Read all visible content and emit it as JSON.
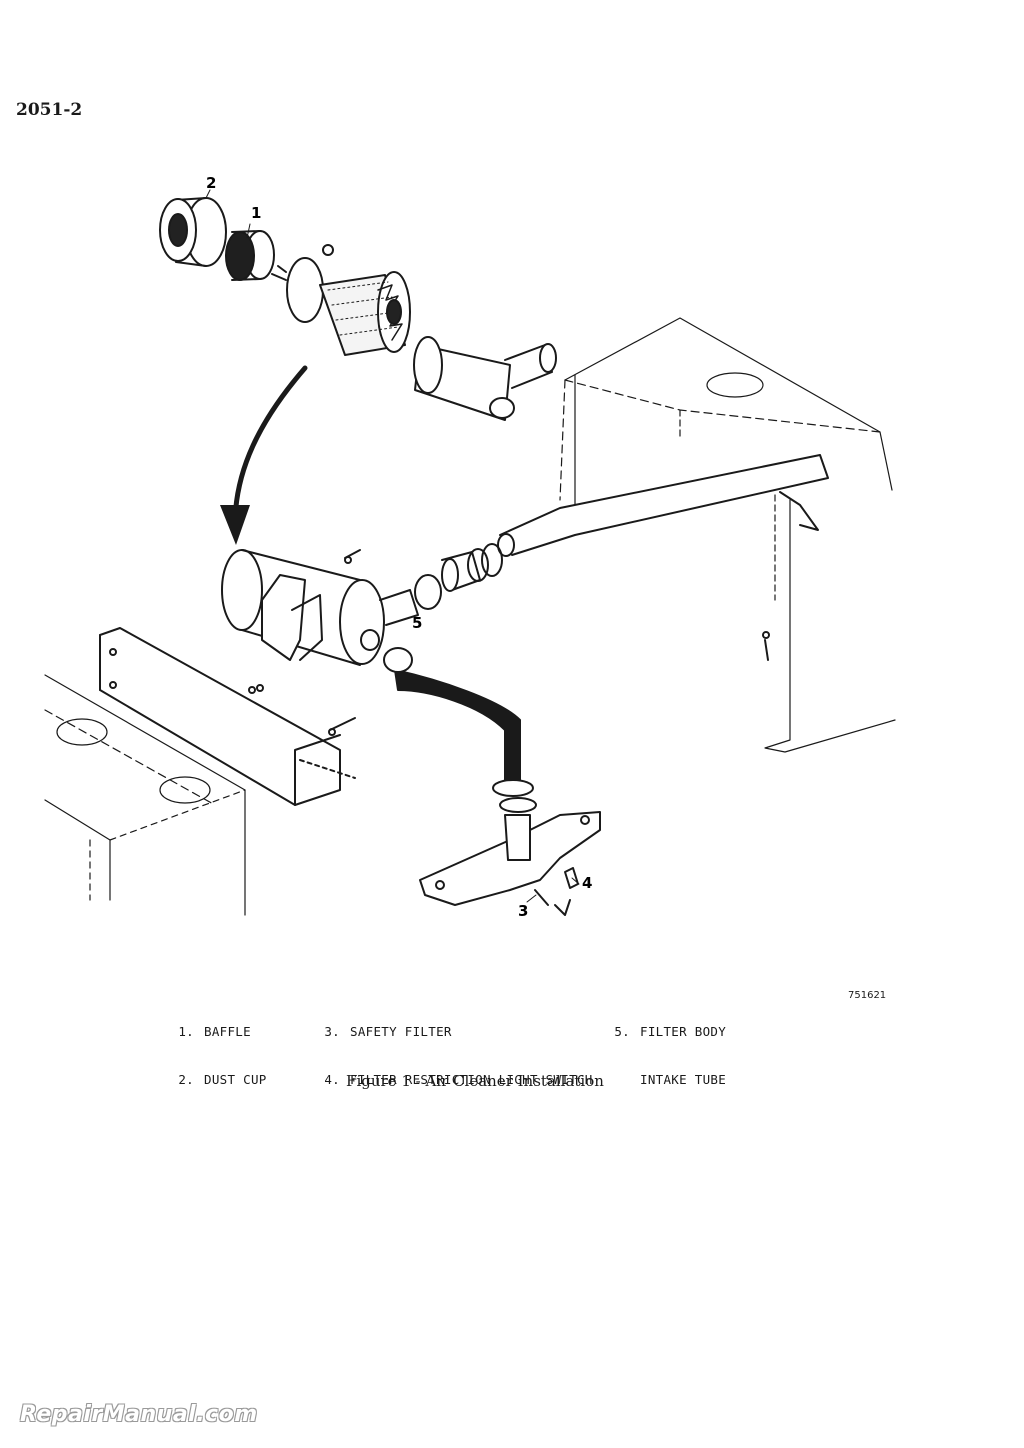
{
  "page": {
    "number": "2051-2"
  },
  "figure": {
    "callouts": [
      "1",
      "2",
      "3",
      "4",
      "5"
    ],
    "drawing_number": "751621",
    "caption": "Figure 1 - Air Cleaner Installation"
  },
  "legend": {
    "items": [
      {
        "num": "1.",
        "text": "BAFFLE"
      },
      {
        "num": "2.",
        "text": "DUST CUP"
      },
      {
        "num": "3.",
        "text": "SAFETY FILTER"
      },
      {
        "num": "4.",
        "text": "FILTER RESTRICTION LIGHT SWITCH"
      },
      {
        "num": "5.",
        "text": "FILTER BODY"
      },
      {
        "num": "",
        "text": "INTAKE TUBE"
      }
    ]
  },
  "watermark": {
    "text": "RepairManual.com"
  }
}
